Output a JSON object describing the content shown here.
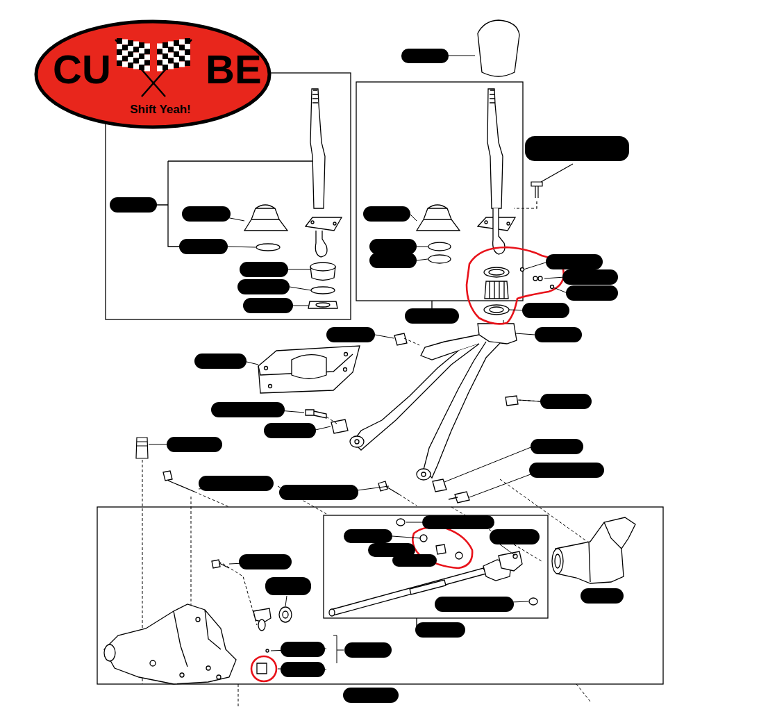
{
  "diagram": {
    "nodes": [
      {
        "text": [
          "CU",
          "BE",
          "Shift Yeah!"
        ]
      }
    ]
  }
}
